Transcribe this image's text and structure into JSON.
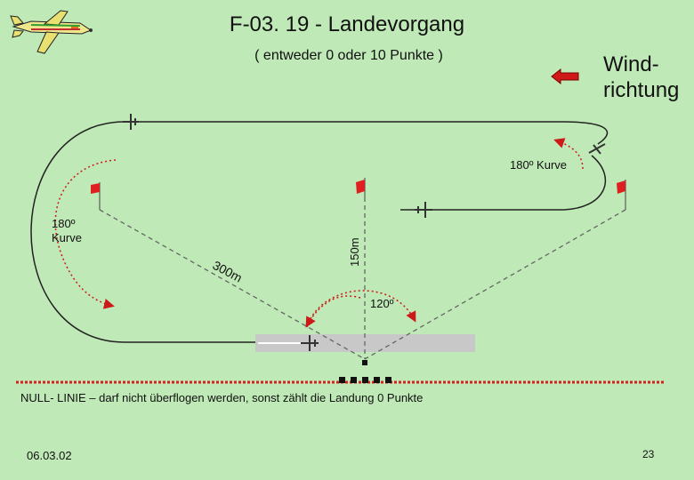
{
  "title": "F-03. 19 - Landevorgang",
  "subtitle": "( entweder 0 oder 10 Punkte )",
  "wind_label": "Wind- richtung",
  "labels": {
    "turn_right": "180º Kurve",
    "turn_left": "180º Kurve",
    "distance_300": "300m",
    "distance_150": "150m",
    "angle": "120º"
  },
  "null_line_text": "NULL- LINIE – darf nicht überflogen werden, sonst zählt die Landung 0 Punkte",
  "date": "06.03.02",
  "page_number": "23",
  "colors": {
    "background": "#bfe9b6",
    "flag": "#e02020",
    "null_line": "#d42020",
    "runway": "#c8c8c8",
    "arrow": "#cc1a1a"
  }
}
